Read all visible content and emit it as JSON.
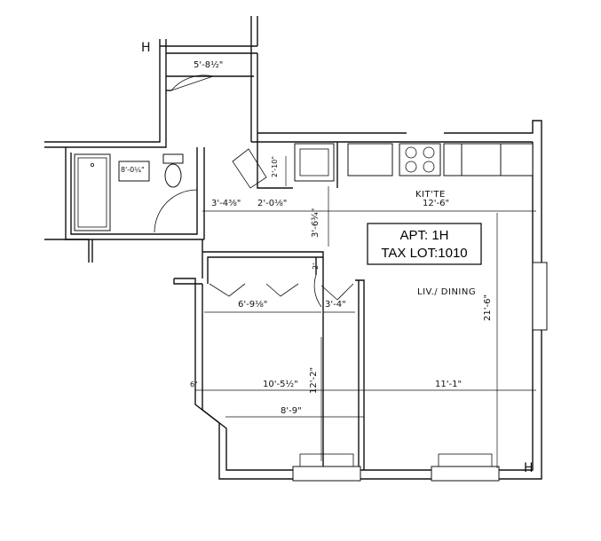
{
  "plan": {
    "unit_box": {
      "apt": "APT: 1H",
      "tax_lot": "TAX LOT:1010"
    },
    "rooms": {
      "kitchen": "KIT'TE",
      "living_dining": "LIV./ DINING"
    },
    "markers": {
      "hallway_top": "H",
      "hallway_bottom": "H"
    },
    "dimensions": {
      "closet_top": "5'-8½\"",
      "bath_small": "8'-0¼\"",
      "closet_height": "2'-10\"",
      "hall_width": "3'-4⅜\"",
      "closet_width": "2'-0⅛\"",
      "kitchen_depth": "3'-6¾\"",
      "kitchen_width": "12'-6\"",
      "short_two": "2'",
      "closet_row_width": "6'-9⅛\"",
      "door_width": "3'-4\"",
      "small_six": "6\"",
      "bedroom_width": "10'-5½\"",
      "bedroom_height": "12'-2\"",
      "living_width": "11'-1\"",
      "living_height": "21'-6\"",
      "bedroom_lower_width": "8'-9\""
    }
  }
}
